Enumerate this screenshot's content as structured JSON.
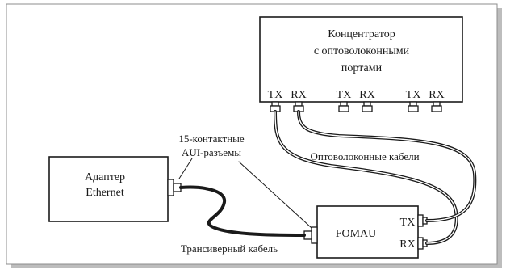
{
  "hub": {
    "title_lines": [
      "Концентратор",
      "с оптоволоконными",
      "портами"
    ],
    "ports": [
      {
        "tx": "TX",
        "rx": "RX"
      },
      {
        "tx": "TX",
        "rx": "RX"
      },
      {
        "tx": "TX",
        "rx": "RX"
      }
    ]
  },
  "adapter": {
    "lines": [
      "Адаптер",
      "Ethernet"
    ]
  },
  "fomau": {
    "label": "FOMAU",
    "tx": "TX",
    "rx": "RX"
  },
  "annotations": {
    "aui_connectors": [
      "15-контактные",
      "AUI-разъемы"
    ],
    "fiber_cables": "Оптоволоконные кабели",
    "transceiver_cable": "Трансиверный кабель"
  },
  "colors": {
    "line": "#1a1a1a",
    "frame": "#8c8c8c",
    "frame_shadow": "#b8b8b8",
    "background": "#ffffff"
  }
}
